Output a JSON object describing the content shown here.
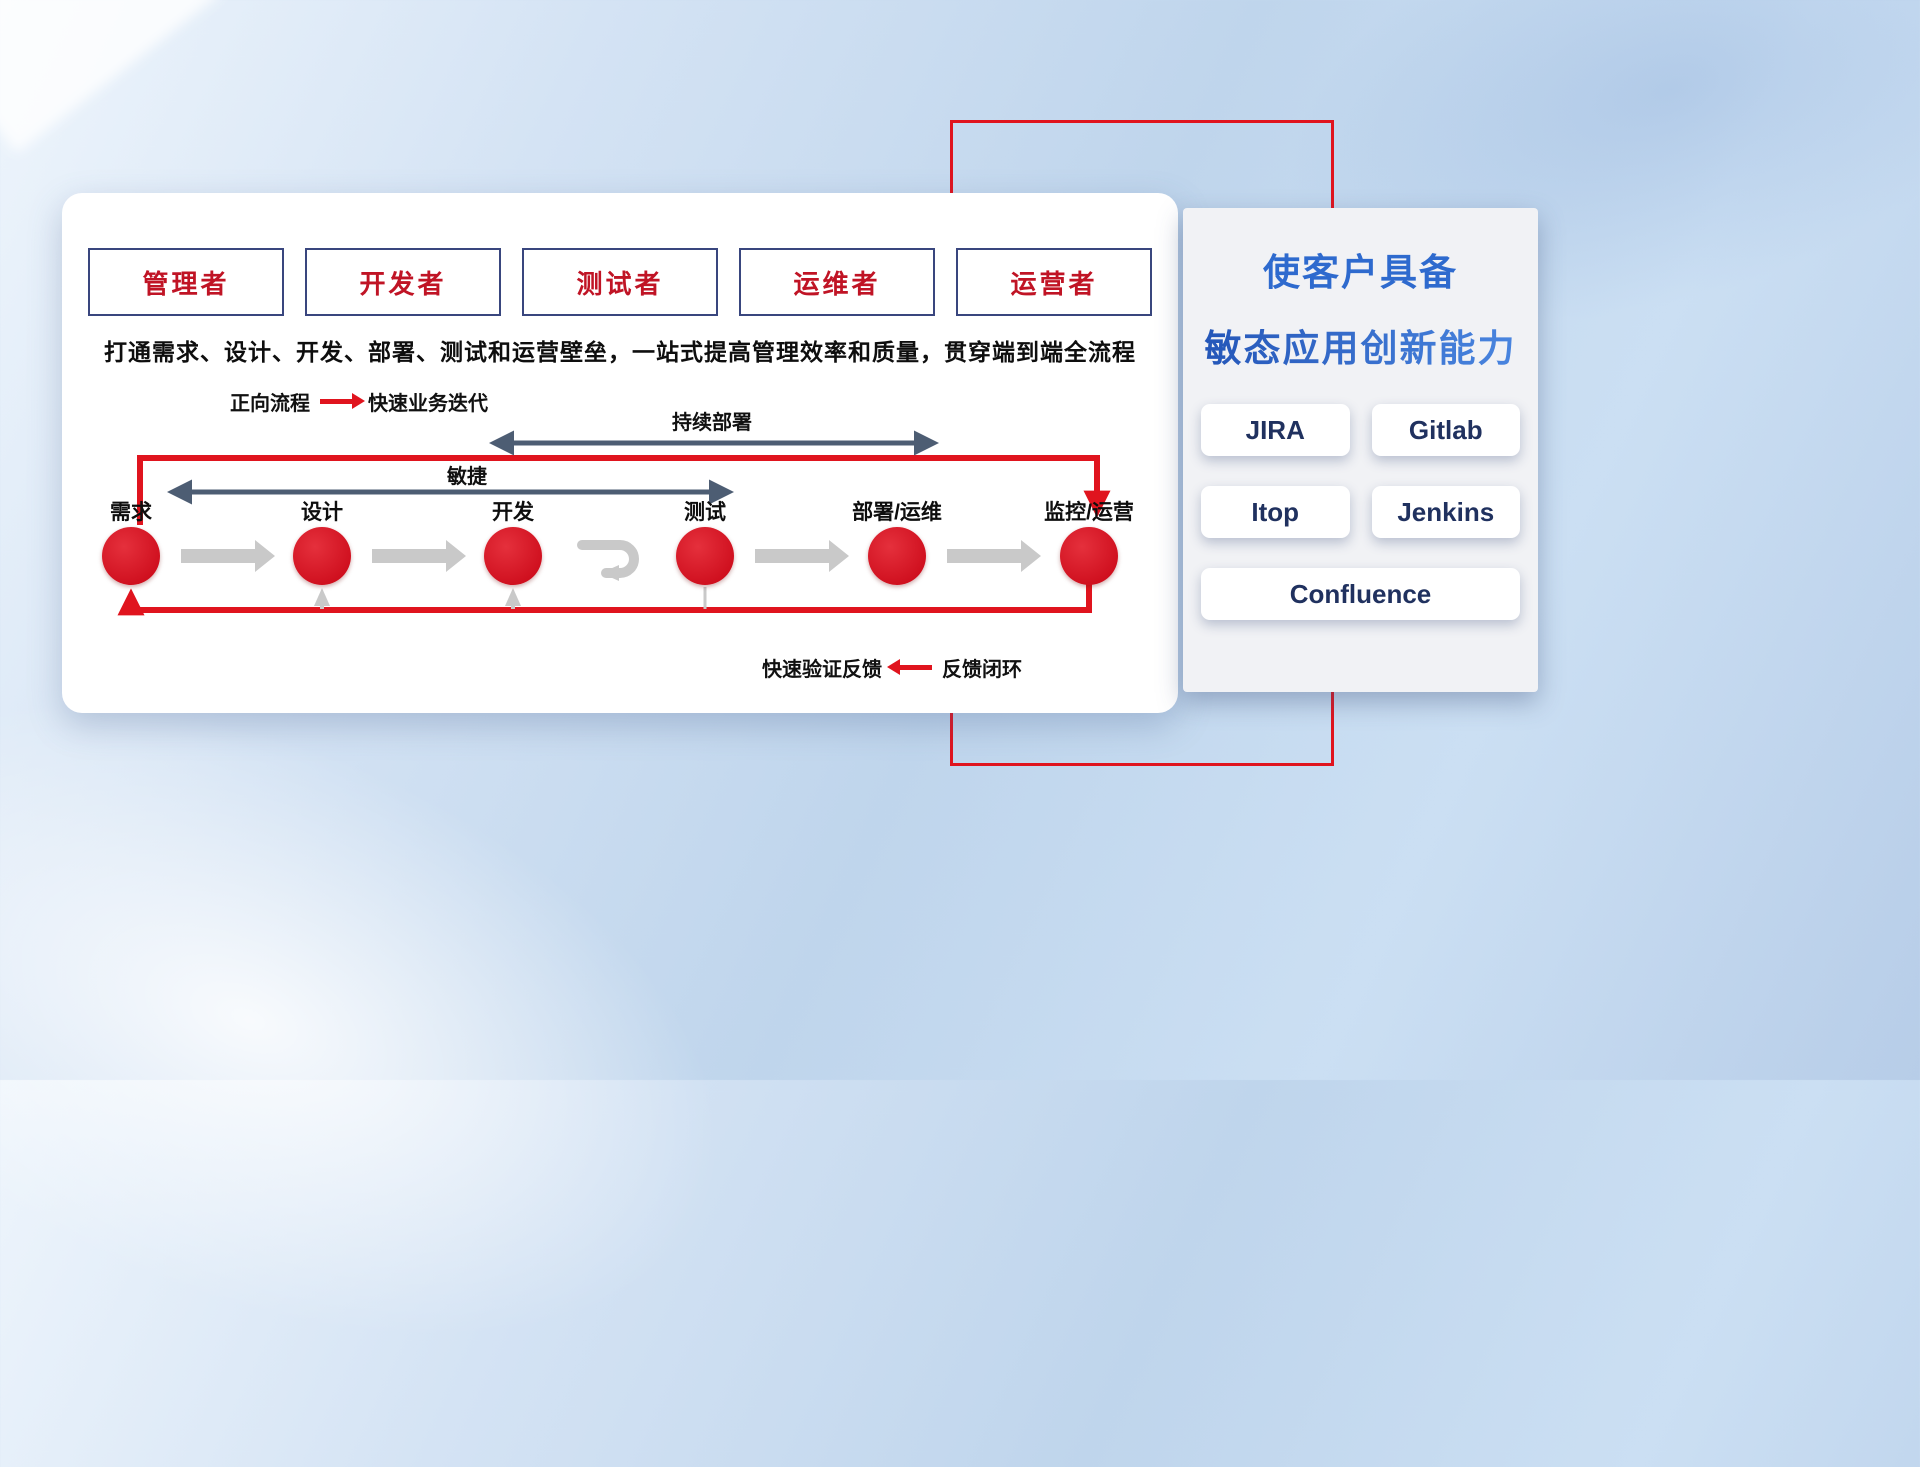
{
  "roles": [
    {
      "label": "管理者"
    },
    {
      "label": "开发者"
    },
    {
      "label": "测试者"
    },
    {
      "label": "运维者"
    },
    {
      "label": "运营者"
    }
  ],
  "subtitle": "打通需求、设计、开发、部署、测试和运营壁垒，一站式提高管理效率和质量，贯穿端到端全流程",
  "legends": {
    "forward_label": "正向流程",
    "forward_desc": "快速业务迭代",
    "feedback_desc": "快速验证反馈",
    "feedback_label": "反馈闭环"
  },
  "spans": {
    "agile": "敏捷",
    "continuous_deploy": "持续部署"
  },
  "stages": [
    {
      "label": "需求"
    },
    {
      "label": "设计"
    },
    {
      "label": "开发"
    },
    {
      "label": "测试"
    },
    {
      "label": "部署/运维"
    },
    {
      "label": "监控/运营"
    }
  ],
  "right_panel": {
    "title_line1": "使客户具备",
    "title_line2": "敏态应用创新能力",
    "tools": [
      {
        "label": "JIRA"
      },
      {
        "label": "Gitlab"
      },
      {
        "label": "Itop"
      },
      {
        "label": "Jenkins"
      },
      {
        "label": "Confluence"
      }
    ]
  },
  "colors": {
    "accent_red": "#e0141e",
    "circle_red": "#d6182b",
    "slate_arrow": "#4d5d73",
    "gray_arrow": "#c9c9c9",
    "role_text_red": "#c01425",
    "role_border_navy": "#39467e",
    "panel_title_blue": "#2e6ace",
    "tool_text_navy": "#20315f"
  }
}
